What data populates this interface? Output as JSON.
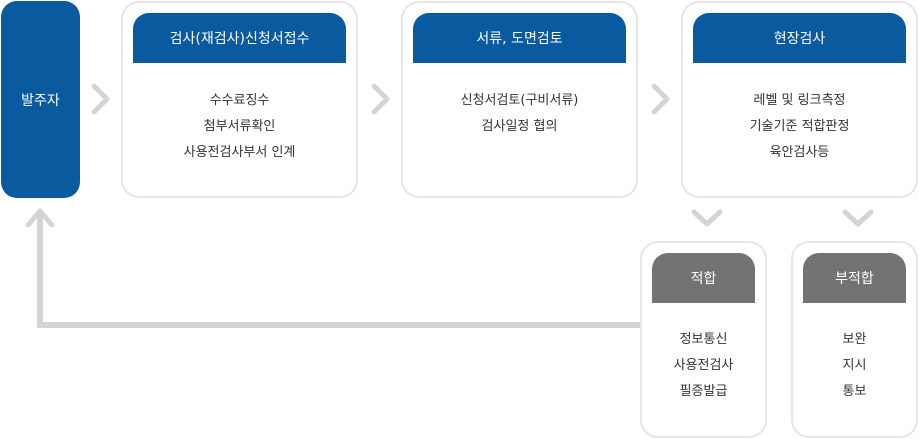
{
  "start": {
    "label": "발주자"
  },
  "steps": [
    {
      "title": "검사(재검사)신청서접수",
      "items": [
        "수수료징수",
        "첨부서류확인",
        "사용전검사부서 인계"
      ]
    },
    {
      "title": "서류, 도면검토",
      "items": [
        "신청서검토(구비서류)",
        "검사일정 협의"
      ]
    },
    {
      "title": "현장검사",
      "items": [
        "레벨 및 링크측정",
        "기술기준 적합판정",
        "육안검사등"
      ]
    }
  ],
  "outcomes": [
    {
      "title": "적합",
      "items": [
        "정보통신",
        "사용전검사",
        "필증발급"
      ]
    },
    {
      "title": "부적합",
      "items": [
        "보완",
        "지시",
        "통보"
      ]
    }
  ],
  "colors": {
    "primary": "#0a5aa0",
    "secondary": "#737373",
    "border": "#e6e6e6",
    "arrow": "#d4d4d4"
  }
}
